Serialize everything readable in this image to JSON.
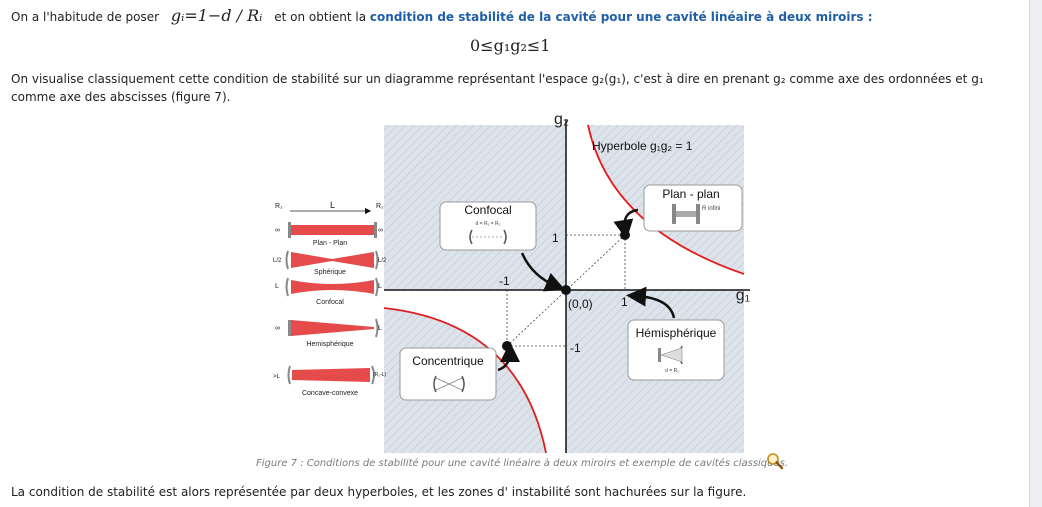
{
  "text": {
    "intro": "On a l'habitude de poser",
    "formula_gi": "gᵢ=1−d / Rᵢ",
    "mid": "et on obtient la",
    "highlight": "condition de stabilité de la cavité pour une cavité linéaire à deux miroirs :",
    "condition": "0≤g₁g₂≤1",
    "para2": "On visualise classiquement cette condition de stabilité sur un diagramme représentant l'espace g₂(g₁), c'est à dire en prenant g₂ comme axe des ordonnées et g₁ comme axe des abscisses (figure 7).",
    "caption": "Figure 7 : Conditions de stabilité pour une cavité linéaire à deux miroirs et exemple de cavités classiques.",
    "para3": "La condition de stabilité est alors représentée par deux hyperboles, et les zones d' instabilité sont hachurées sur la figure."
  },
  "figure": {
    "axis_x": "g₁",
    "axis_y": "g₂",
    "hyperbola": "Hyperbole g₁g₂ = 1",
    "tick_x_pos": "1",
    "tick_x_neg": "-1",
    "tick_y_pos": "1",
    "tick_y_neg": "-1",
    "origin": "(0,0)",
    "boxes": {
      "confocal": "Confocal",
      "plan_plan": "Plan - plan",
      "concentrique": "Concentrique",
      "hemispherique": "Hémisphérique"
    },
    "box_small": {
      "confocal_note": "d = R₁ = R₂",
      "plan_note": "R infini",
      "hemi_note": "d = R₁"
    },
    "left_panel": {
      "r1": "R₁",
      "l": "L",
      "r2": "R₂",
      "rows": [
        {
          "left": "∞",
          "right": "∞",
          "label": "Plan - Plan"
        },
        {
          "left": "L/2",
          "right": "L/2",
          "label": "Sphérique"
        },
        {
          "left": "L",
          "right": "L",
          "label": "Confocal"
        },
        {
          "left": "∞",
          "right": "L",
          "label": "Hemisphérique"
        },
        {
          "left": ">L",
          "right": "(R₁-L)",
          "label": "Concave-convexe"
        }
      ]
    }
  },
  "colors": {
    "link": "#1f5fa8",
    "curve": "#e01e1e",
    "hatch_bg": "#dde3ea"
  }
}
